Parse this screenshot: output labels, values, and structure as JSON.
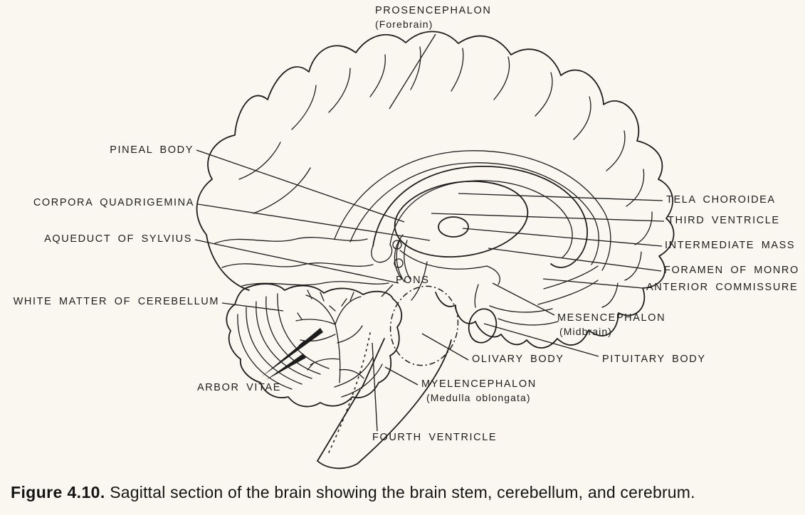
{
  "figure": {
    "caption_prefix": "Figure 4.10.",
    "caption_text": " Sagittal section of the brain showing the brain stem, cerebellum, and cerebrum."
  },
  "labels": [
    {
      "id": "prosencephalon",
      "text": "PROSENCEPHALON",
      "subtext": "(Forebrain)"
    },
    {
      "id": "pineal-body",
      "text": "PINEAL BODY"
    },
    {
      "id": "corpora-quadrigemina",
      "text": "CORPORA QUADRIGEMINA"
    },
    {
      "id": "aqueduct-of-sylvius",
      "text": "AQUEDUCT OF SYLVIUS"
    },
    {
      "id": "white-matter-of-cerebellum",
      "text": "WHITE MATTER OF CEREBELLUM"
    },
    {
      "id": "arbor-vitae",
      "text": "ARBOR VITAE"
    },
    {
      "id": "pons",
      "text": "PONS"
    },
    {
      "id": "olivary-body",
      "text": "OLIVARY BODY"
    },
    {
      "id": "myelencephalon",
      "text": "MYELENCEPHALON",
      "subtext": "(Medulla oblongata)"
    },
    {
      "id": "fourth-ventricle",
      "text": "FOURTH VENTRICLE"
    },
    {
      "id": "tela-choroidea",
      "text": "TELA CHOROIDEA"
    },
    {
      "id": "third-ventricle",
      "text": "THIRD VENTRICLE"
    },
    {
      "id": "intermediate-mass",
      "text": "INTERMEDIATE MASS"
    },
    {
      "id": "foramen-of-monro",
      "text": "FORAMEN OF MONRO"
    },
    {
      "id": "anterior-commissure",
      "text": "ANTERIOR COMMISSURE"
    },
    {
      "id": "mesencephalon",
      "text": "MESENCEPHALON",
      "subtext": "(Midbrain)"
    },
    {
      "id": "pituitary-body",
      "text": "PITUITARY BODY"
    }
  ],
  "colors": {
    "paper": "#faf7f0",
    "ink": "#1d1d1d"
  }
}
